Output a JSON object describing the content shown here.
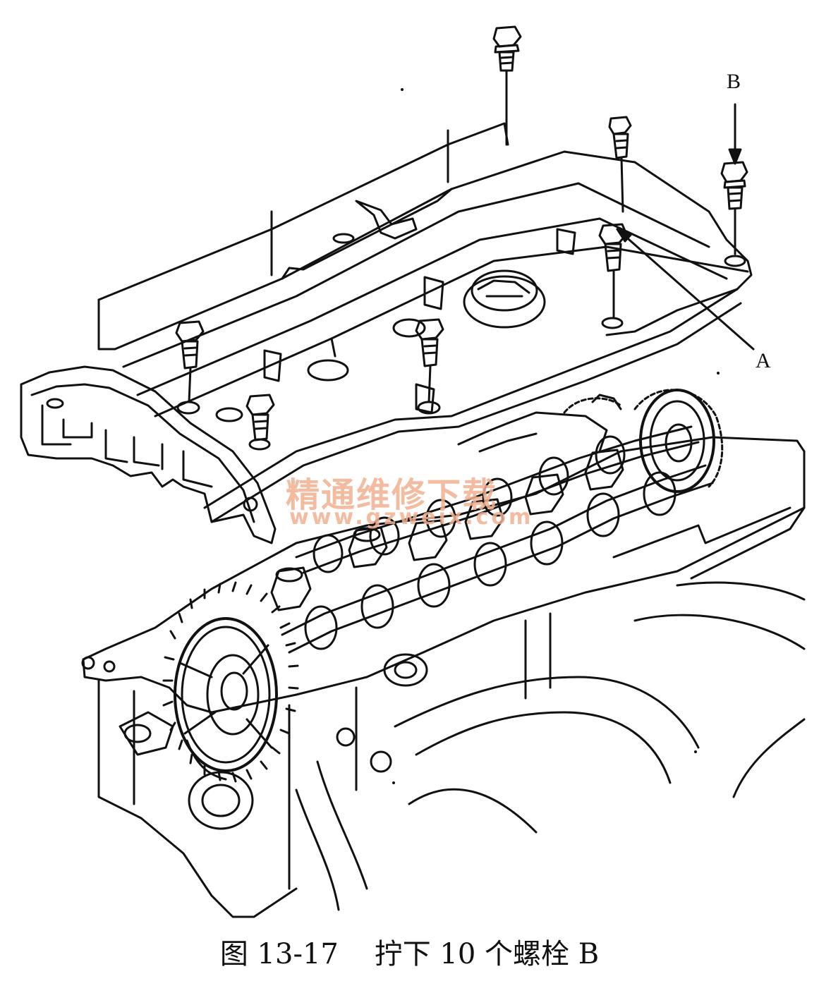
{
  "labels": {
    "bolt_b": "B",
    "part_a": "A"
  },
  "watermark": {
    "text": "精通维修下载",
    "url": "www.gzweix.com",
    "color": "#f2b08f"
  },
  "caption": {
    "text": "图 13-17    拧下 10 个螺栓 B"
  }
}
